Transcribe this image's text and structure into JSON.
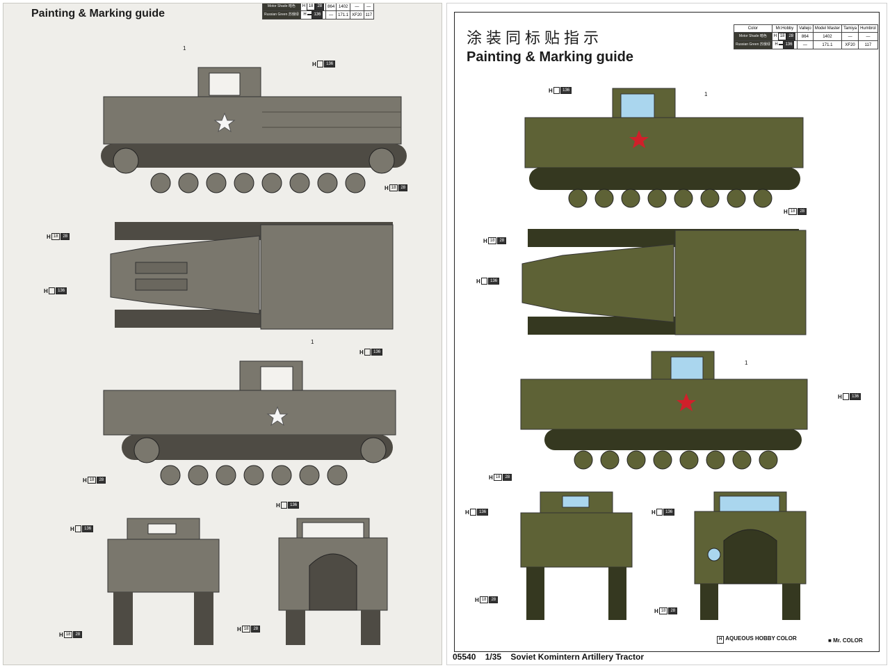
{
  "left_page": {
    "title": "Painting & Marking guide",
    "color_table": {
      "rows": [
        {
          "name": "Motor Shade 暗色",
          "h_code": "28",
          "vals": [
            "864",
            "1402",
            "—",
            "—"
          ]
        },
        {
          "name": "Russian Green 苏俄绿",
          "h_code": "136",
          "vals": [
            "—",
            "171.1",
            "XF20",
            "117"
          ]
        }
      ]
    },
    "callouts": {
      "h": "H",
      "c136": "136",
      "c28": "28",
      "c18": "18"
    },
    "number": "1"
  },
  "right_page": {
    "title_cn": "涂装同标贴指示",
    "title": "Painting & Marking guide",
    "color_table": {
      "headers": [
        "Color",
        "Mr.Hobby",
        "Vallejo",
        "Model Master",
        "Tamiya",
        "Humbrol"
      ],
      "rows": [
        {
          "name": "Motor Shade 暗色",
          "h_code": "28",
          "vals": [
            "864",
            "1402",
            "—",
            "—"
          ]
        },
        {
          "name": "Russian Green 苏俄绿",
          "h_code": "136",
          "vals": [
            "—",
            "171.1",
            "XF20",
            "117"
          ]
        }
      ]
    },
    "legend": {
      "aqueous": "AQUEOUS HOBBY COLOR",
      "mr_color": "Mr. COLOR"
    },
    "footer": {
      "code": "05540",
      "scale": "1/35",
      "name": "Soviet Komintern Artillery Tractor"
    },
    "callouts": {
      "h": "H",
      "c136": "136",
      "c28": "28",
      "c18": "18"
    },
    "number": "1"
  },
  "colors": {
    "left_body": "#7a776d",
    "left_dark": "#4e4b44",
    "right_body": "#5e6236",
    "right_dark": "#353820",
    "star": "#d0202a",
    "glass": "#aad6ee"
  }
}
